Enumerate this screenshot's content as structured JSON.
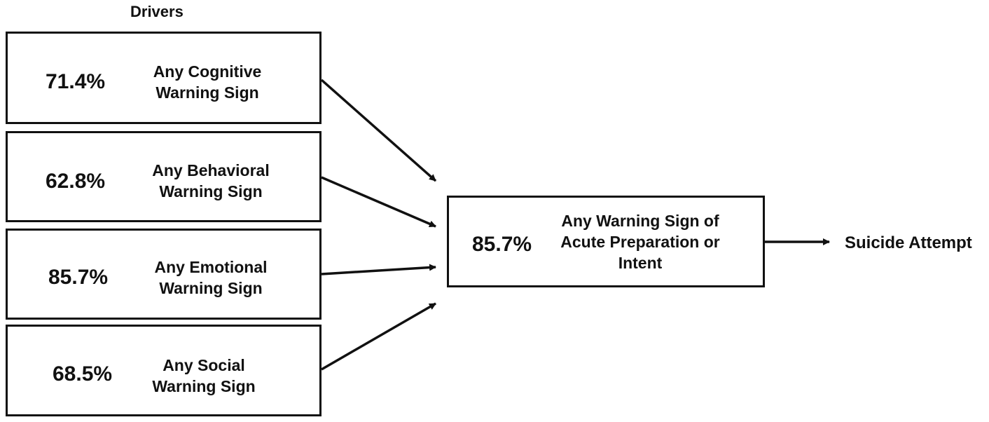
{
  "heading": "Drivers",
  "drivers": [
    {
      "percent": "71.4%",
      "label_line1": "Any Cognitive",
      "label_line2": "Warning Sign"
    },
    {
      "percent": "62.8%",
      "label_line1": "Any Behavioral",
      "label_line2": "Warning Sign"
    },
    {
      "percent": "85.7%",
      "label_line1": "Any Emotional",
      "label_line2": "Warning Sign"
    },
    {
      "percent": "68.5%",
      "label_line1": "Any Social",
      "label_line2": "Warning Sign"
    }
  ],
  "mediator": {
    "percent": "85.7%",
    "label_line1": "Any Warning Sign of",
    "label_line2": "Acute Preparation or",
    "label_line3": "Intent"
  },
  "outcome": "Suicide Attempt"
}
